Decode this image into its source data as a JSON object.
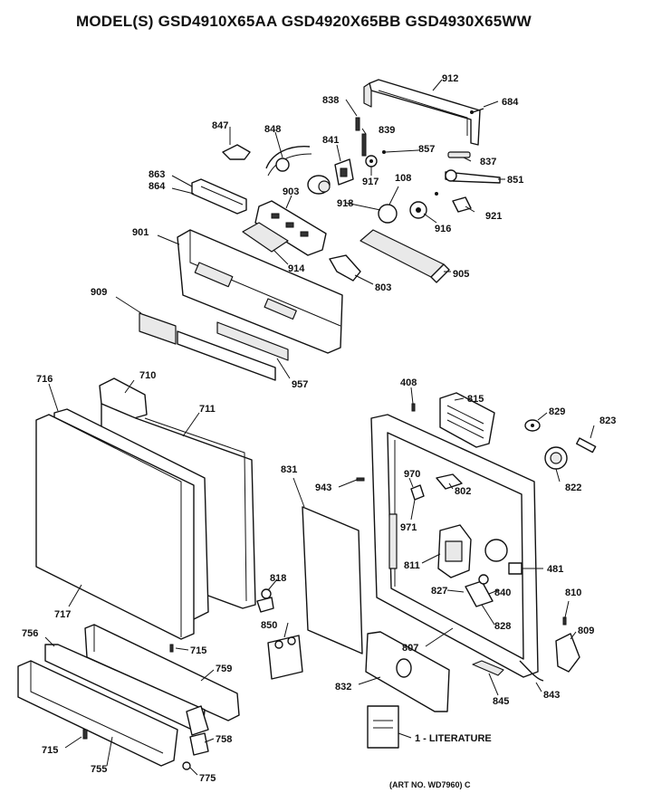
{
  "title": "MODEL(S) GSD4910X65AA  GSD4920X65BB  GSD4930X65WW",
  "art_number": "(ART NO. WD7960) C",
  "literature_label": "1 - LITERATURE",
  "parts": {
    "p912": "912",
    "p684": "684",
    "p838": "838",
    "p847": "847",
    "p848": "848",
    "p839": "839",
    "p841": "841",
    "p857": "857",
    "p837": "837",
    "p863": "863",
    "p864": "864",
    "p917": "917",
    "p108": "108",
    "p851": "851",
    "p903": "903",
    "p918": "918",
    "p921": "921",
    "p916": "916",
    "p901": "901",
    "p914": "914",
    "p905": "905",
    "p803": "803",
    "p909": "909",
    "p957": "957",
    "p716": "716",
    "p710": "710",
    "p711": "711",
    "p408": "408",
    "p815": "815",
    "p829": "829",
    "p823": "823",
    "p831": "831",
    "p943": "943",
    "p970": "970",
    "p802": "802",
    "p822": "822",
    "p971": "971",
    "p811": "811",
    "p481": "481",
    "p818": "818",
    "p827": "827",
    "p840": "840",
    "p810": "810",
    "p717": "717",
    "p850": "850",
    "p828": "828",
    "p809": "809",
    "p756": "756",
    "p715a": "715",
    "p807": "807",
    "p759": "759",
    "p832": "832",
    "p845": "845",
    "p843": "843",
    "p758": "758",
    "p715b": "715",
    "p755": "755",
    "p775": "775"
  }
}
